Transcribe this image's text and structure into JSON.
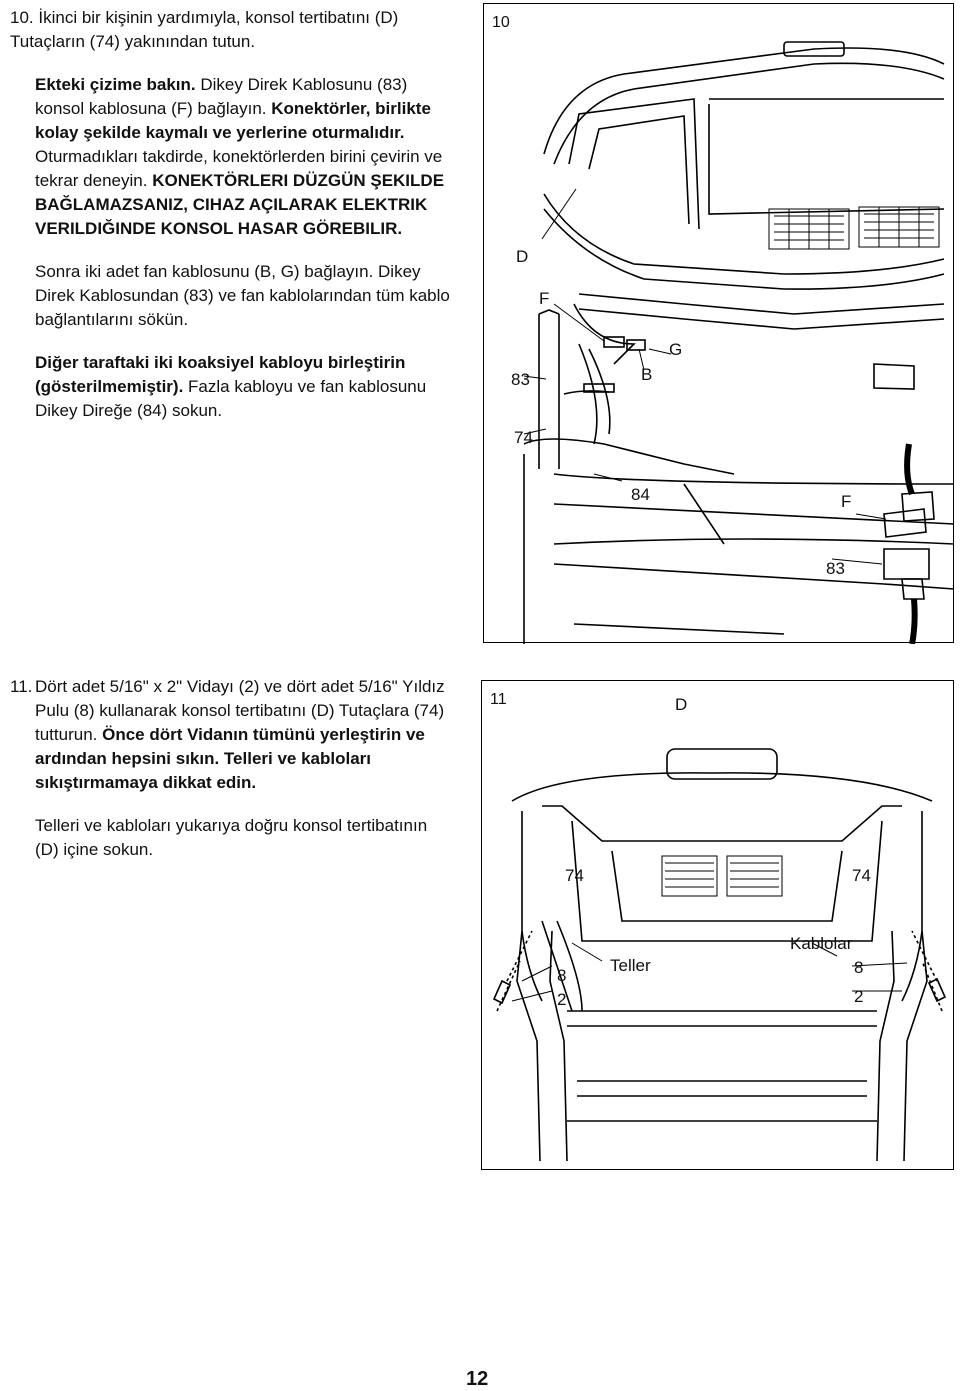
{
  "step10": {
    "p1_num": "10.",
    "p1_text": "İkinci bir kişinin yardımıyla, konsol tertibatını (D) Tutaçların (74) yakınından tutun.",
    "p2_bold1": "Ekteki çizime bakın.",
    "p2_normal1": " Dikey Direk Kablosunu (83) konsol kablosuna (F) bağlayın. ",
    "p2_bold2": "Konektörler, birlikte kolay şekilde kaymalı ve yerlerine oturmalıdır.",
    "p2_normal2": " Oturmadıkları takdirde, konektörlerden birini çevirin ve tekrar deneyin. ",
    "p2_caps": "KONEKTÖRLERI DÜZGÜN ŞEKILDE BAĞLAMAZSANIZ, CIHAZ AÇILARAK ELEKTRIK VERILDIĞINDE KONSOL HASAR GÖREBILIR.",
    "p3_text": "Sonra iki adet fan kablosunu (B, G) bağlayın. Dikey Direk Kablosundan (83) ve fan kablolarından tüm kablo bağlantılarını sökün.",
    "p4_bold": "Diğer taraftaki iki koaksiyel kabloyu birleştirin (gösterilmemiştir).",
    "p4_normal": " Fazla kabloyu ve fan kablosunu Dikey Direğe (84) sokun."
  },
  "step11": {
    "p1_num": "11.",
    "p1_normal": "Dört adet 5/16\" x 2\" Vidayı (2) ve dört adet 5/16\" Yıldız Pulu (8) kullanarak konsol tertibatını (D) Tutaçlara (74) tutturun. ",
    "p1_bold": "Önce dört Vidanın tümünü yerleştirin ve ardından hepsini sıkın. Telleri ve kabloları sıkıştırmamaya dikkat edin.",
    "p2_text": "Telleri ve kabloları yukarıya doğru konsol tertibatının (D) içine sokun."
  },
  "figure10": {
    "number": "10",
    "labels": {
      "D": "D",
      "F": "F",
      "G": "G",
      "B": "B",
      "n83": "83",
      "n74": "74",
      "n84": "84",
      "F2": "F",
      "n83b": "83"
    }
  },
  "figure11": {
    "number": "11",
    "labels": {
      "D": "D",
      "n74L": "74",
      "n74R": "74",
      "kablolar": "Kablolar",
      "teller": "Teller",
      "n8L": "8",
      "n2L": "2",
      "n8R": "8",
      "n2R": "2"
    }
  },
  "page_number": "12"
}
